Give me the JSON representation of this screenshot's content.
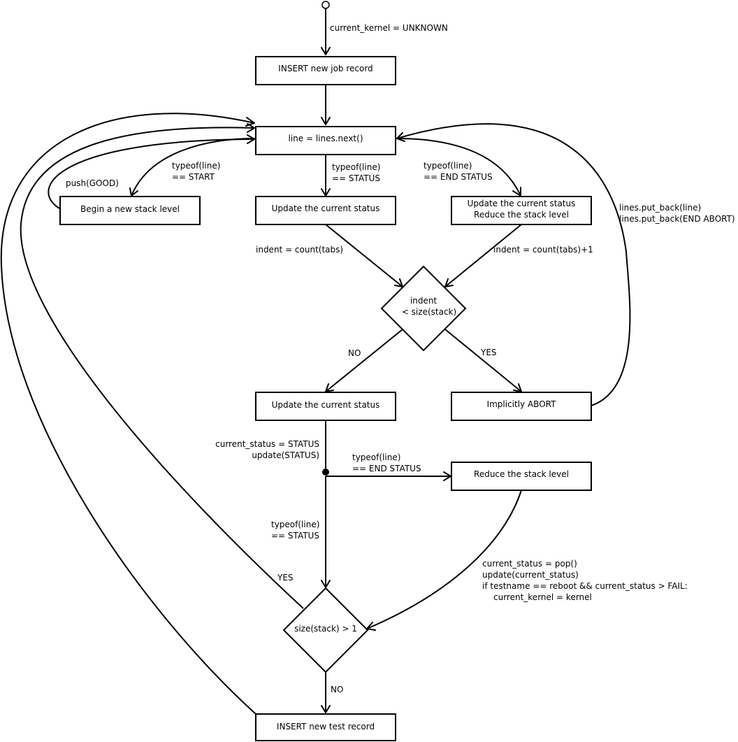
{
  "nodes": {
    "insert_job": "INSERT new job record",
    "next_line": "line = lines.next()",
    "begin_stack": "Begin a new stack level",
    "update_status_1": "Update the current status",
    "update_reduce": [
      "Update the current status",
      "Reduce the stack level"
    ],
    "indent_check": [
      "indent",
      "< size(stack)"
    ],
    "update_status_2": "Update the current status",
    "implicit_abort": "Implicitly ABORT",
    "reduce_stack": "Reduce the stack level",
    "stack_check": "size(stack) > 1",
    "insert_test": "INSERT new test record"
  },
  "edge_labels": {
    "init": "current_kernel = UNKNOWN",
    "start": [
      "typeof(line)",
      "== START"
    ],
    "push_good": "push(GOOD)",
    "status": [
      "typeof(line)",
      "== STATUS"
    ],
    "end_status_top": [
      "typeof(line)",
      "== END STATUS"
    ],
    "put_back": [
      "lines.put_back(line)",
      "lines.put_back(END ABORT)"
    ],
    "indent_tabs": "indent = count(tabs)",
    "indent_tabs_plus": "indent = count(tabs)+1",
    "no_1": "NO",
    "yes_1": "YES",
    "current_status_update": [
      "current_status = STATUS",
      "update(STATUS)"
    ],
    "end_status_mid": [
      "typeof(line)",
      "== END STATUS"
    ],
    "status_mid": [
      "typeof(line)",
      "== STATUS"
    ],
    "yes_2": "YES",
    "pop_block": [
      "current_status = pop()",
      "update(current_status)",
      "if testname == reboot && current_status > FAIL:",
      "current_kernel = kernel"
    ],
    "no_2": "NO"
  }
}
